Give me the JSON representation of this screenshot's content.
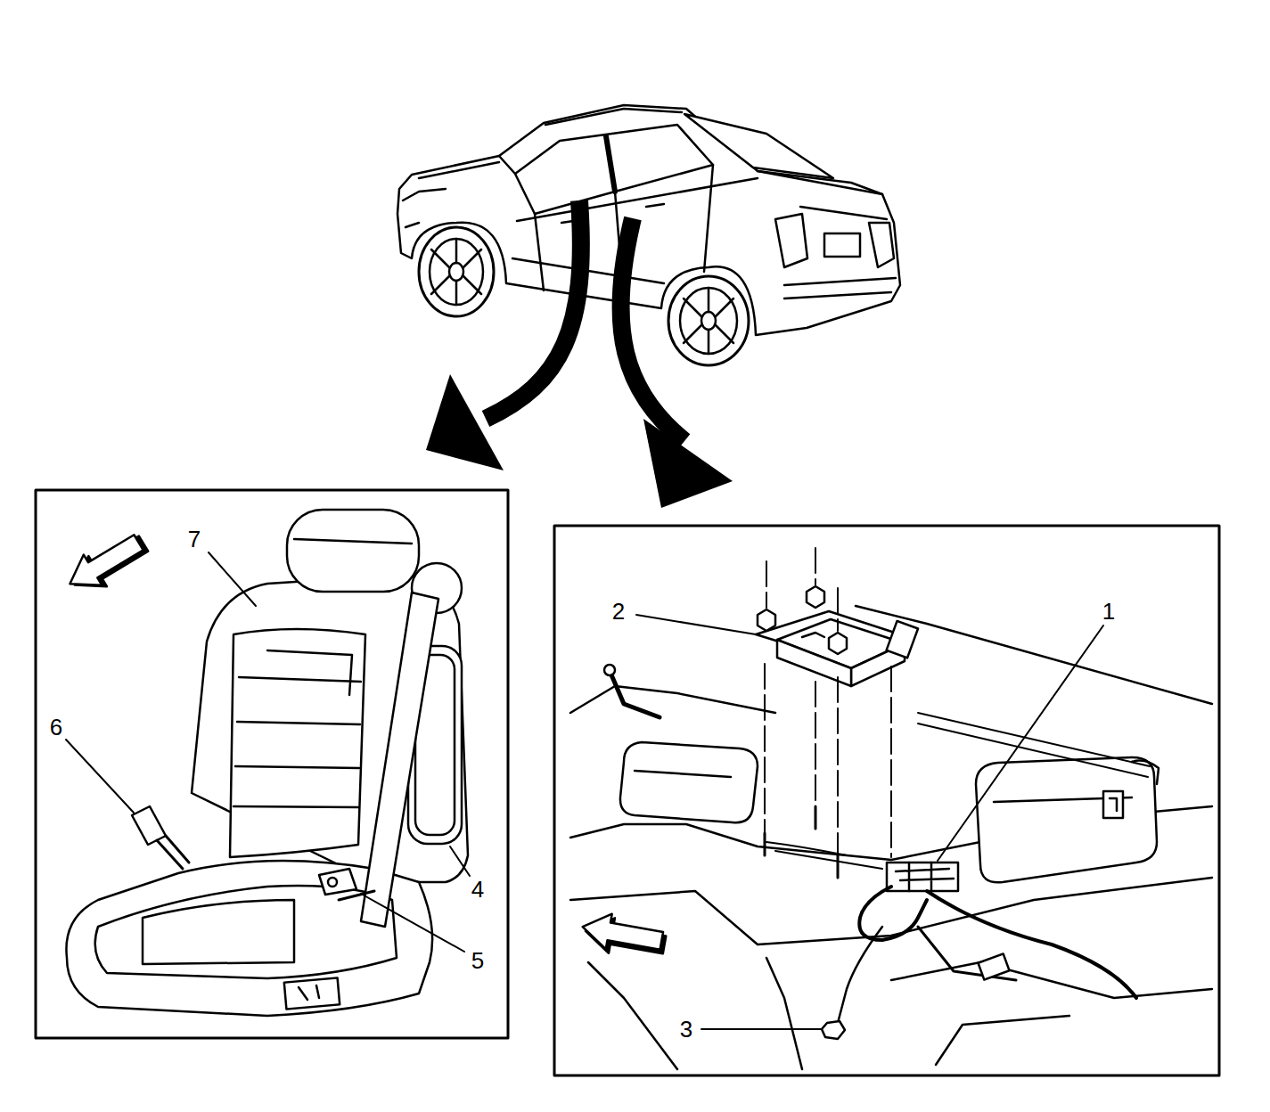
{
  "diagram": {
    "labels": [
      "7",
      "2",
      "1",
      "6",
      "4",
      "5",
      "3"
    ]
  }
}
